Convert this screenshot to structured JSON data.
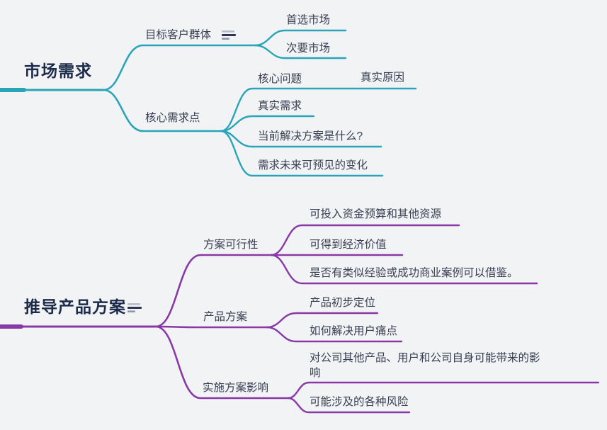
{
  "colors": {
    "background": "#F2F3F5",
    "teal": "#2AA4B8",
    "purple": "#8839A6",
    "root_text": "#1C2B4A",
    "node_text": "#3A4054"
  },
  "market": {
    "root_label": "市场需求",
    "target_group": {
      "label": "目标客户群体",
      "icon": "notes-icon",
      "children": {
        "primary": "首选市场",
        "secondary": "次要市场"
      }
    },
    "core_needs": {
      "label": "核心需求点",
      "children": {
        "core_problem": "核心问题",
        "real_reason": "真实原因",
        "real_need": "真实需求",
        "current_solution": "当前解决方案是什么?",
        "future_change": "需求未来可预见的变化"
      }
    }
  },
  "product": {
    "root_label": "推导产品方案",
    "icon": "notes-icon",
    "feasibility": {
      "label": "方案可行性",
      "children": {
        "budget": "可投入资金预算和其他资源",
        "economic_value": "可得到经济价值",
        "similar_cases": "是否有类似经验或成功商业案例可以借鉴。"
      }
    },
    "product_plan": {
      "label": "产品方案",
      "children": {
        "positioning": "产品初步定位",
        "pain_points": "如何解决用户痛点"
      }
    },
    "implementation": {
      "label": "实施方案影响",
      "children": {
        "impact": "对公司其他产品、用户和公司自身可能带来的影响",
        "risks": "可能涉及的各种风险"
      }
    }
  }
}
